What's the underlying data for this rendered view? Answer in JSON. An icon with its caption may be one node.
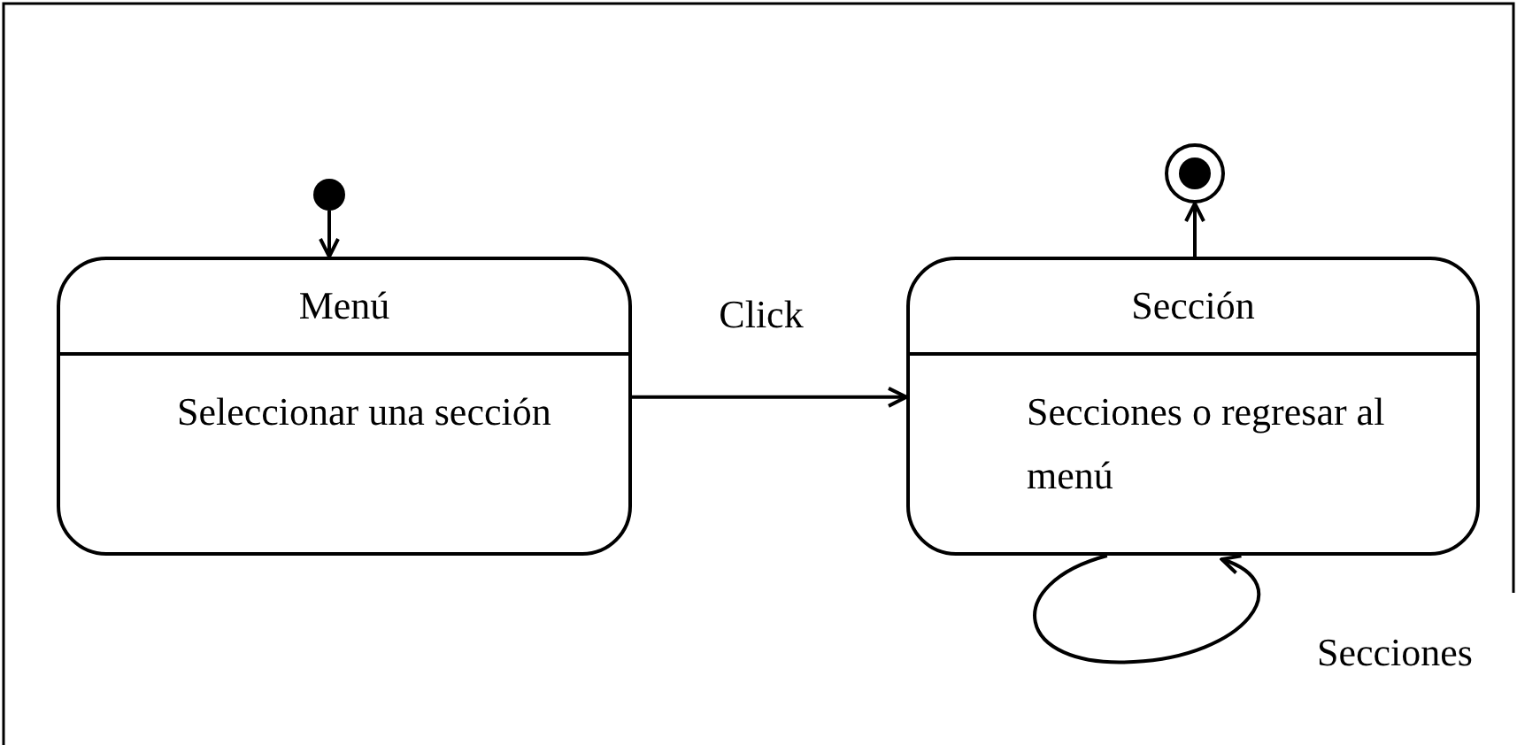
{
  "diagram": {
    "nodes": [
      {
        "text": [],
        "shape": "circle"
      },
      {
        "text": [
          "Menú",
          "Seleccionar una sección"
        ]
      },
      {
        "text": [
          "Sección",
          "Secciones o regresar al menú"
        ]
      },
      {
        "text": [],
        "shape": "circle"
      }
    ],
    "edges": [
      {
        "from": 0,
        "to": 1,
        "arrow": "to"
      },
      {
        "from": 1,
        "to": 2,
        "arrow": "to",
        "label": "Click"
      },
      {
        "from": 2,
        "to": 3,
        "arrow": "to"
      },
      {
        "from": 2,
        "to": 2,
        "arrow": "to",
        "label": "Secciones"
      }
    ]
  }
}
